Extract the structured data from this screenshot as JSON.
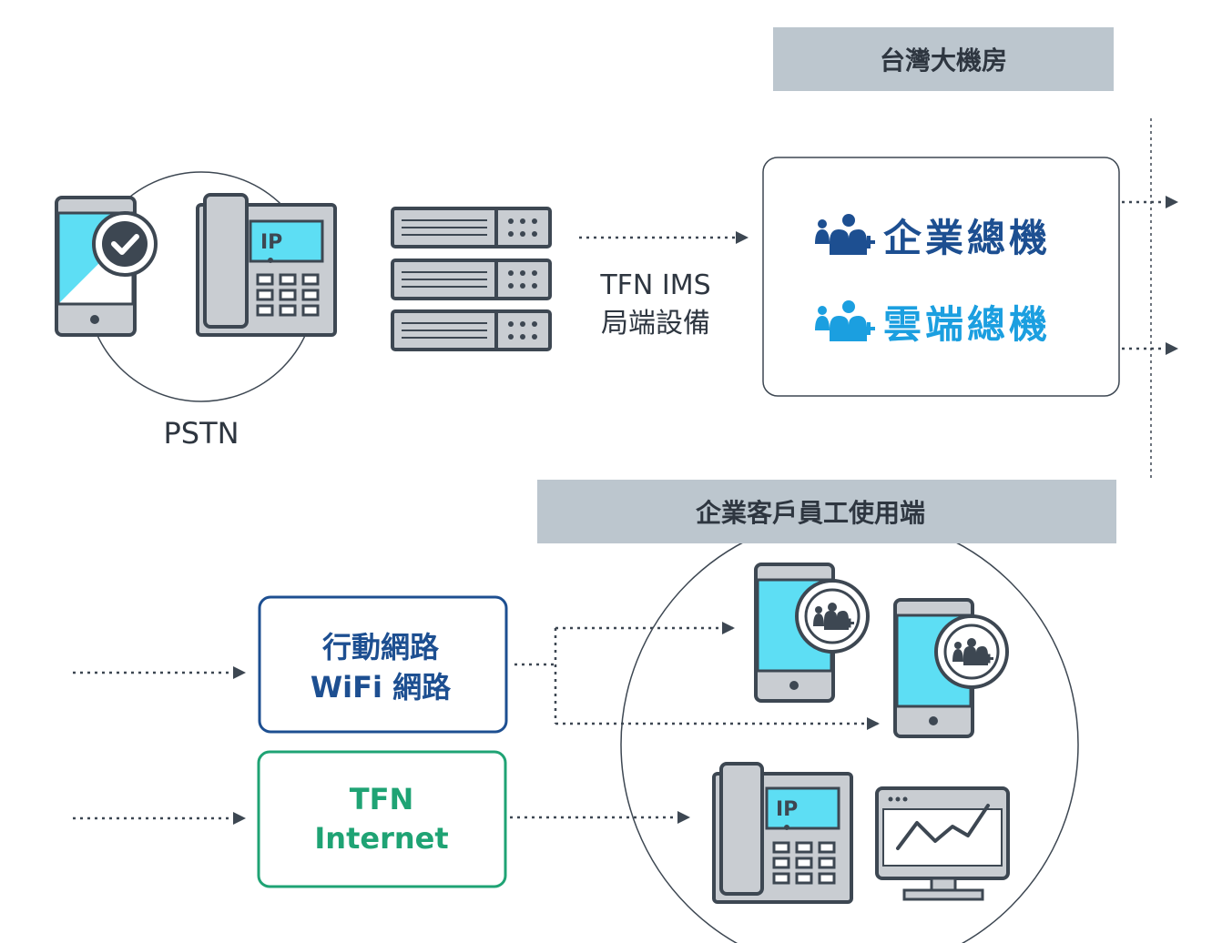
{
  "datacenter": {
    "header": "台灣大機房"
  },
  "pstn": {
    "label": "PSTN"
  },
  "devices": {
    "ip_label": "IP"
  },
  "ims": {
    "line1": "TFN IMS",
    "line2": "局端設備"
  },
  "products": {
    "enterprise_pbx": "企業總機",
    "cloud_pbx": "雲端總機"
  },
  "client": {
    "header": "企業客戶員工使用端"
  },
  "networks": {
    "mobile_line1": "行動網路",
    "mobile_line2": "WiFi 網路",
    "tfn_line1": "TFN",
    "tfn_line2": "Internet"
  },
  "colors": {
    "stroke": "#3d4752",
    "device_gray": "#c9cdd2",
    "screen_cyan": "#5ddef4",
    "header_bg": "#bcc6ce",
    "blue_dark": "#1d4f91",
    "blue_light": "#1b9fe0",
    "green": "#1fa374"
  }
}
